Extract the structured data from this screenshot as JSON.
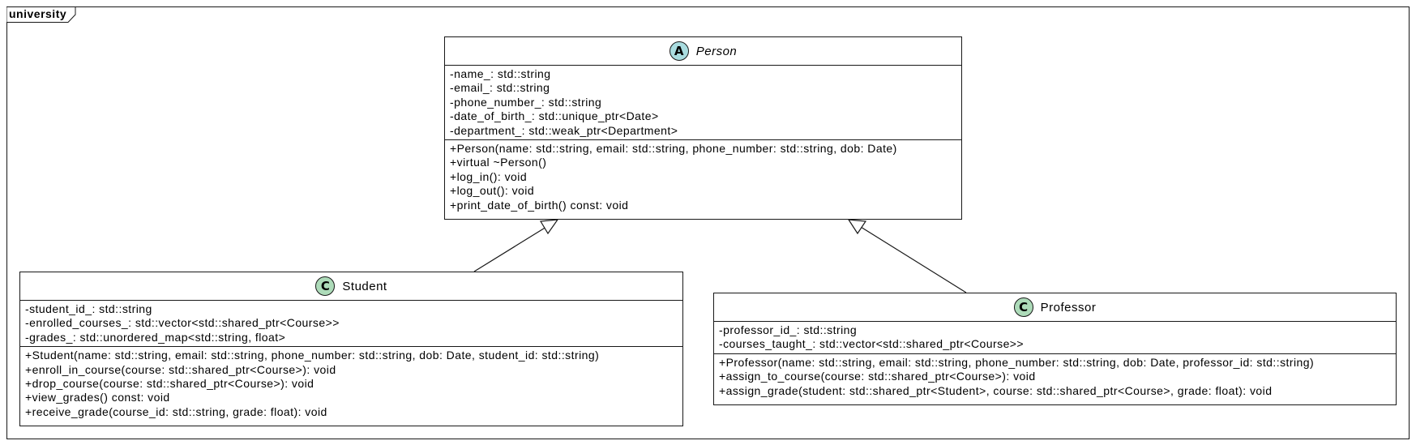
{
  "package": {
    "name": "university"
  },
  "colors": {
    "border": "#181818",
    "stereotype_fill": "#a9dcdf",
    "class_fill": "#ffffff",
    "edge": "#181818"
  },
  "classes": {
    "person": {
      "stereotype": "A",
      "name": "Person",
      "abstract": true,
      "attributes": [
        "-name_: std::string",
        "-email_: std::string",
        "-phone_number_: std::string",
        "-date_of_birth_: std::unique_ptr<Date>",
        "-department_: std::weak_ptr<Department>"
      ],
      "methods": [
        "+Person(name: std::string, email: std::string, phone_number: std::string, dob: Date)",
        "+virtual ~Person()",
        "+log_in(): void",
        "+log_out(): void",
        "+print_date_of_birth() const: void"
      ]
    },
    "student": {
      "stereotype": "C",
      "name": "Student",
      "abstract": false,
      "attributes": [
        "-student_id_: std::string",
        "-enrolled_courses_: std::vector<std::shared_ptr<Course>>",
        "-grades_: std::unordered_map<std::string, float>"
      ],
      "methods": [
        "+Student(name: std::string, email: std::string, phone_number: std::string, dob: Date, student_id: std::string)",
        "+enroll_in_course(course: std::shared_ptr<Course>): void",
        "+drop_course(course: std::shared_ptr<Course>): void",
        "+view_grades() const: void",
        "+receive_grade(course_id: std::string, grade: float): void"
      ]
    },
    "professor": {
      "stereotype": "C",
      "name": "Professor",
      "abstract": false,
      "attributes": [
        "-professor_id_: std::string",
        "-courses_taught_: std::vector<std::shared_ptr<Course>>"
      ],
      "methods": [
        "+Professor(name: std::string, email: std::string, phone_number: std::string, dob: Date, professor_id: std::string)",
        "+assign_to_course(course: std::shared_ptr<Course>): void",
        "+assign_grade(student: std::shared_ptr<Student>, course: std::shared_ptr<Course>, grade: float): void"
      ]
    }
  },
  "relations": [
    {
      "from": "Student",
      "to": "Person",
      "kind": "inheritance"
    },
    {
      "from": "Professor",
      "to": "Person",
      "kind": "inheritance"
    }
  ]
}
